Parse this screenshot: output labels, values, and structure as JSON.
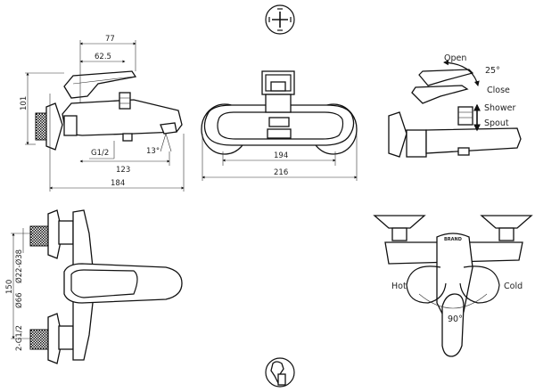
{
  "dimensions": {
    "d77": "77",
    "d62_5": "62.5",
    "d101": "101",
    "g12_side": "G1/2",
    "angle13": "13°",
    "d123": "123",
    "d184": "184",
    "d194": "194",
    "d216": "216",
    "d150": "150",
    "d22_38": "Ø22-Ø38",
    "d66": "Ø66",
    "g12_top": "2-G1/2"
  },
  "labels": {
    "open": "Open",
    "close": "Close",
    "angle25": "25°",
    "shower": "Shower",
    "spout": "Spout",
    "hot": "Hot",
    "cold": "Cold",
    "angle90": "90°",
    "brand": "BRAND"
  },
  "icons": {
    "top": "cross-handle-icon",
    "bottom": "wrench-pipe-icon"
  }
}
